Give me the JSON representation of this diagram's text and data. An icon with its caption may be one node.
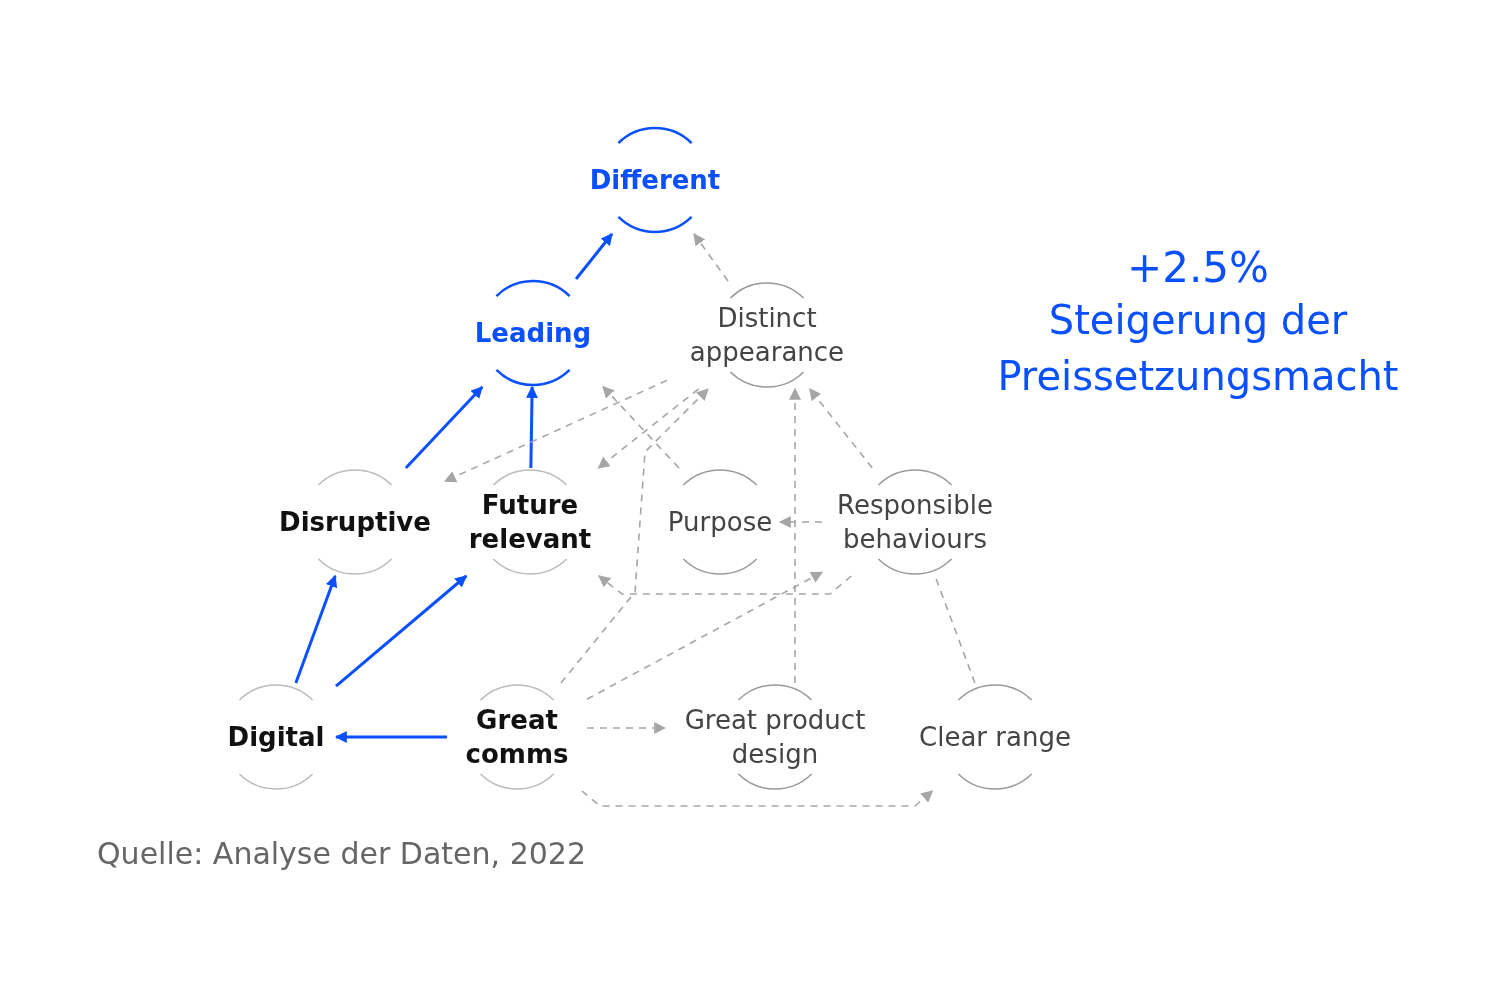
{
  "diagram": {
    "nodes": [
      {
        "text": [
          "Different"
        ]
      },
      {
        "text": [
          "Leading"
        ]
      },
      {
        "text": [
          "Distinct appearance"
        ]
      },
      {
        "text": [
          "Disruptive"
        ]
      },
      {
        "text": [
          "Future relevant"
        ]
      },
      {
        "text": [
          "Purpose"
        ]
      },
      {
        "text": [
          "Responsible behaviours"
        ]
      },
      {
        "text": [
          "Digital"
        ]
      },
      {
        "text": [
          "Great comms"
        ]
      },
      {
        "text": [
          "Great product design"
        ]
      },
      {
        "text": [
          "Clear range"
        ]
      }
    ],
    "edges": [
      {
        "from": 1,
        "to": 0,
        "arrow": "to",
        "color": "#0a50ff"
      },
      {
        "from": 3,
        "to": 1,
        "arrow": "to",
        "color": "#0a50ff"
      },
      {
        "from": 4,
        "to": 1,
        "arrow": "to",
        "color": "#0a50ff"
      },
      {
        "from": 7,
        "to": 3,
        "arrow": "to",
        "color": "#0a50ff"
      },
      {
        "from": 7,
        "to": 4,
        "arrow": "to",
        "color": "#0a50ff"
      },
      {
        "from": 8,
        "to": 7,
        "arrow": "to",
        "color": "#0a50ff"
      },
      {
        "from": 2,
        "to": 0,
        "arrow": "to",
        "style": "dashed"
      },
      {
        "from": 2,
        "to": 3,
        "arrow": "to",
        "style": "dashed"
      },
      {
        "from": 2,
        "to": 4,
        "arrow": "to",
        "style": "dashed"
      },
      {
        "from": 5,
        "to": 1,
        "arrow": "to",
        "style": "dashed"
      },
      {
        "from": 8,
        "to": 2,
        "arrow": "to",
        "style": "dashed"
      },
      {
        "from": 9,
        "to": 2,
        "arrow": "to",
        "style": "dashed"
      },
      {
        "from": 6,
        "to": 2,
        "arrow": "to",
        "style": "dashed"
      },
      {
        "from": 6,
        "to": 5,
        "arrow": "to",
        "style": "dashed"
      },
      {
        "from": 6,
        "to": 4,
        "arrow": "to",
        "style": "dashed"
      },
      {
        "from": 8,
        "to": 6,
        "arrow": "to",
        "style": "dashed"
      },
      {
        "from": 8,
        "to": 9,
        "arrow": "to",
        "style": "dashed"
      },
      {
        "from": 8,
        "to": 10,
        "arrow": "to",
        "style": "dashed"
      },
      {
        "from": 10,
        "to": 6,
        "arrow": "none",
        "style": "dashed"
      }
    ],
    "labels": [
      "+2.5%",
      "Steigerung der Preissetzungsmacht"
    ],
    "caption": "Quelle: Analyse der Daten, 2022"
  }
}
